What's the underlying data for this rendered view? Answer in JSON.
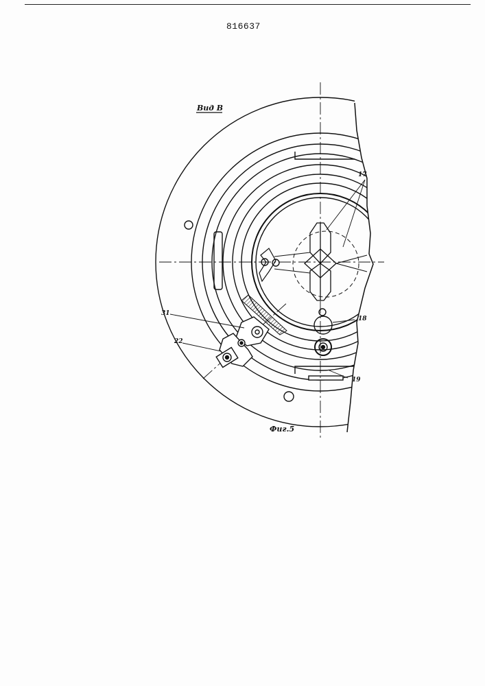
{
  "document": {
    "patent_number": "816637",
    "view_label": "Вид В",
    "figure_label": "Фиг.5",
    "callouts": {
      "c17": "17",
      "c18": "18",
      "c19": "19",
      "c22": "22",
      "c31": "31"
    }
  },
  "colors": {
    "ink": "#111111",
    "paper": "#fdfdfd"
  }
}
